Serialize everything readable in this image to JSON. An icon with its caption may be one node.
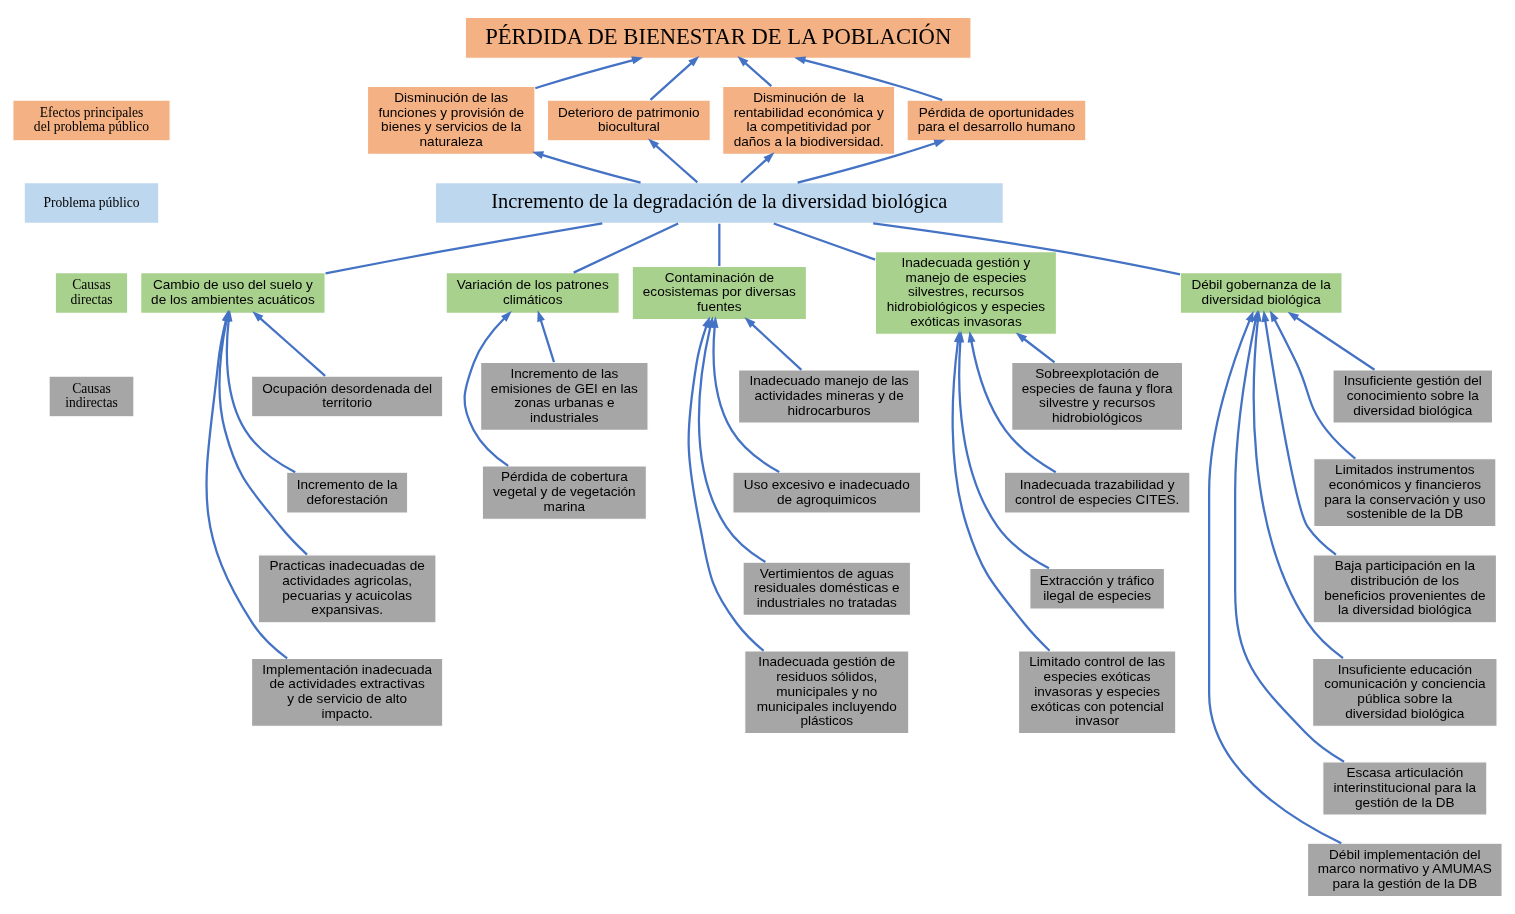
{
  "diagram": {
    "nodes": [
      {
        "text": [
          "Efectos principales del problema público"
        ]
      },
      {
        "text": [
          "Problema público"
        ]
      },
      {
        "text": [
          "Causas directas"
        ]
      },
      {
        "text": [
          "Causas indirectas"
        ]
      },
      {
        "text": [
          "PÉRDIDA DE BIENESTAR DE LA POBLACIÓN"
        ]
      },
      {
        "text": [
          "Disminución de las funciones y provisión de bienes y servicios de la naturaleza"
        ]
      },
      {
        "text": [
          "Deterioro de patrimonio biocultural"
        ]
      },
      {
        "text": [
          "Disminución de  la rentabilidad económica y la competitividad por daños a la biodiversidad."
        ]
      },
      {
        "text": [
          "Pérdida de oportunidades para el desarrollo humano"
        ]
      },
      {
        "text": [
          "Incremento de la degradación de la diversidad biológica"
        ]
      },
      {
        "text": [
          "Cambio de uso del suelo y de los ambientes acuáticos"
        ]
      },
      {
        "text": [
          "Variación de los patrones climáticos"
        ]
      },
      {
        "text": [
          "Contaminación de ecosistemas por diversas fuentes"
        ]
      },
      {
        "text": [
          "Inadecuada gestión y manejo de especies silvestres, recursos hidrobiológicos y especies exóticas invasoras"
        ]
      },
      {
        "text": [
          "Débil gobernanza de la diversidad biológica"
        ]
      },
      {
        "text": [
          "Ocupación desordenada del territorio"
        ]
      },
      {
        "text": [
          "Incremento de la deforestación"
        ]
      },
      {
        "text": [
          "Practicas inadecuadas de actividades agricolas, pecuarias y acuicolas expansivas."
        ]
      },
      {
        "text": [
          "Implementación inadecuada de actividades extractivas y de servicio de alto impacto."
        ]
      },
      {
        "text": [
          "Incremento de las emisiones de GEI en las zonas urbanas e industriales"
        ]
      },
      {
        "text": [
          "Pérdida de cobertura vegetal y de vegetación marina"
        ]
      },
      {
        "text": [
          "Inadecuado manejo de las actividades mineras y de hidrocarburos"
        ]
      },
      {
        "text": [
          "Uso excesivo e inadecuado de agroquimicos"
        ]
      },
      {
        "text": [
          "Vertimientos de aguas residuales domésticas e industriales no tratadas"
        ]
      },
      {
        "text": [
          "Inadecuada gestión de residuos sólidos, municipales y no municipales incluyendo plásticos"
        ]
      },
      {
        "text": [
          "Sobreexplotación de especies de fauna y flora silvestre y recursos hidrobiológicos"
        ]
      },
      {
        "text": [
          "Inadecuada trazabilidad y control de especies CITES."
        ]
      },
      {
        "text": [
          "Extracción y tráfico ilegal de especies"
        ]
      },
      {
        "text": [
          "Limitado control de las especies exóticas invasoras y especies exóticas con potencial invasor"
        ]
      },
      {
        "text": [
          "Insuficiente gestión del conocimiento sobre la diversidad biológica"
        ]
      },
      {
        "text": [
          "Limitados instrumentos económicos y financieros para la conservación y uso sostenible de la DB"
        ]
      },
      {
        "text": [
          "Baja participación en la distribución de los beneficios provenientes de la diversidad biológica"
        ]
      },
      {
        "text": [
          "Insuficiente educación comunicación y conciencia pública sobre la diversidad biológica"
        ]
      },
      {
        "text": [
          "Escasa articulación interinstitucional para la gestión de la DB"
        ]
      },
      {
        "text": [
          "Débil implementación del marco normativo y AMUMAS para la gestión de la DB"
        ]
      }
    ],
    "edges": [
      {
        "from": 5,
        "to": 4,
        "arrow": "to"
      },
      {
        "from": 6,
        "to": 4,
        "arrow": "to"
      },
      {
        "from": 7,
        "to": 4,
        "arrow": "to"
      },
      {
        "from": 8,
        "to": 4,
        "arrow": "to"
      },
      {
        "from": 9,
        "to": 5,
        "arrow": "to"
      },
      {
        "from": 9,
        "to": 6,
        "arrow": "to"
      },
      {
        "from": 9,
        "to": 7,
        "arrow": "to"
      },
      {
        "from": 9,
        "to": 8,
        "arrow": "to"
      },
      {
        "from": 10,
        "to": 9,
        "arrow": "none"
      },
      {
        "from": 11,
        "to": 9,
        "arrow": "none"
      },
      {
        "from": 12,
        "to": 9,
        "arrow": "none"
      },
      {
        "from": 13,
        "to": 9,
        "arrow": "none"
      },
      {
        "from": 14,
        "to": 9,
        "arrow": "none"
      },
      {
        "from": 15,
        "to": 10,
        "arrow": "to"
      },
      {
        "from": 16,
        "to": 10,
        "arrow": "to"
      },
      {
        "from": 17,
        "to": 10,
        "arrow": "to"
      },
      {
        "from": 18,
        "to": 10,
        "arrow": "to"
      },
      {
        "from": 19,
        "to": 11,
        "arrow": "to"
      },
      {
        "from": 20,
        "to": 11,
        "arrow": "to"
      },
      {
        "from": 21,
        "to": 12,
        "arrow": "to"
      },
      {
        "from": 22,
        "to": 12,
        "arrow": "to"
      },
      {
        "from": 23,
        "to": 12,
        "arrow": "to"
      },
      {
        "from": 24,
        "to": 12,
        "arrow": "to"
      },
      {
        "from": 25,
        "to": 13,
        "arrow": "to"
      },
      {
        "from": 26,
        "to": 13,
        "arrow": "to"
      },
      {
        "from": 27,
        "to": 13,
        "arrow": "to"
      },
      {
        "from": 28,
        "to": 13,
        "arrow": "to"
      },
      {
        "from": 29,
        "to": 14,
        "arrow": "to"
      },
      {
        "from": 30,
        "to": 14,
        "arrow": "to"
      },
      {
        "from": 31,
        "to": 14,
        "arrow": "to"
      },
      {
        "from": 32,
        "to": 14,
        "arrow": "to"
      },
      {
        "from": 33,
        "to": 14,
        "arrow": "to"
      },
      {
        "from": 34,
        "to": 14,
        "arrow": "to"
      }
    ]
  }
}
